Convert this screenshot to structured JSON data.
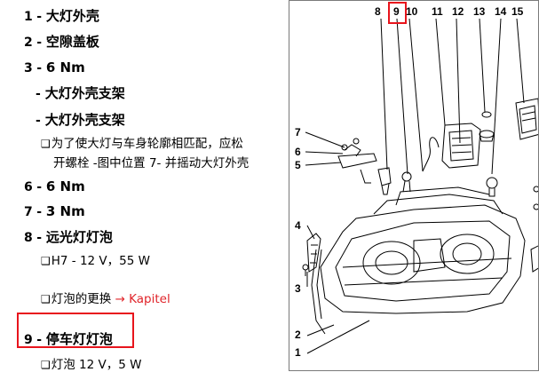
{
  "items": {
    "i1": {
      "num": "1",
      "title": "大灯外壳"
    },
    "i2": {
      "num": "2",
      "title": "空隙盖板"
    },
    "i3": {
      "num": "3",
      "title": "6 Nm"
    },
    "i3a": {
      "title": "大灯外壳支架"
    },
    "i3b": {
      "title": "大灯外壳支架"
    },
    "note1": {
      "box": "❑",
      "line1": "为了使大灯与车身轮廓相匹配，应松",
      "line2": "开螺栓 -图中位置 7- 并摇动大灯外壳"
    },
    "i6": {
      "num": "6",
      "title": "6 Nm"
    },
    "i7": {
      "num": "7",
      "title": "3 Nm"
    },
    "i8": {
      "num": "8",
      "title": "远光灯灯泡"
    },
    "note8a": {
      "box": "❑",
      "text": "H7 - 12 V，55 W"
    },
    "note8b": {
      "box": "❑",
      "text": "灯泡的更换",
      "link": "→ Kapitel"
    },
    "i9": {
      "num": "9",
      "title": "停车灯灯泡"
    },
    "note9": {
      "box": "❑",
      "text": "灯泡 12 V，5 W"
    }
  },
  "figure": {
    "top_labels": [
      "8",
      "9",
      "10",
      "11",
      "12",
      "13",
      "14",
      "15"
    ],
    "side_labels": [
      "7",
      "6",
      "5",
      "4",
      "3",
      "2",
      "1"
    ]
  },
  "colors": {
    "highlight": "#e8141c",
    "link": "#e0242a"
  }
}
